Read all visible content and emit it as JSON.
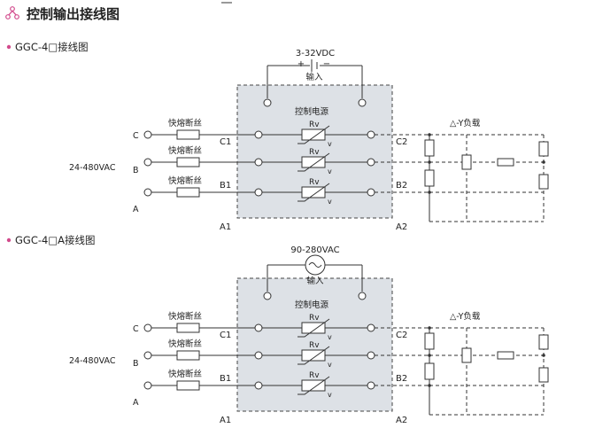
{
  "header": {
    "title": "控制输出接线图",
    "icon": "network-icon",
    "accent": "#d24a8c"
  },
  "sections": [
    {
      "heading": "GGC-4□接线图",
      "input_label": "3-32VDC",
      "input_kind": "dc",
      "plus": "+",
      "minus": "−",
      "input_word": "输入",
      "power_label": "控制电源",
      "fuse_label": "快熔断丝",
      "voltage_label": "24-480VAC",
      "load_label": "△-Y负载",
      "rv_label": "Rv",
      "phases": [
        {
          "line": "C",
          "inner": "C1",
          "outer": "C2"
        },
        {
          "line": "B",
          "inner": "",
          "outer": ""
        },
        {
          "line": "A",
          "inner": "B1",
          "outer": "B2"
        }
      ],
      "corner_left": "A1",
      "corner_right": "A2"
    },
    {
      "heading": "GGC-4□A接线图",
      "input_label": "90-280VAC",
      "input_kind": "ac",
      "plus": "",
      "minus": "",
      "input_word": "输入",
      "power_label": "控制电源",
      "fuse_label": "快熔断丝",
      "voltage_label": "24-480VAC",
      "load_label": "△-Y负载",
      "rv_label": "Rv",
      "phases": [
        {
          "line": "C",
          "inner": "C1",
          "outer": "C2"
        },
        {
          "line": "B",
          "inner": "",
          "outer": ""
        },
        {
          "line": "A",
          "inner": "B1",
          "outer": "B2"
        }
      ],
      "corner_left": "A1",
      "corner_right": "A2"
    }
  ]
}
